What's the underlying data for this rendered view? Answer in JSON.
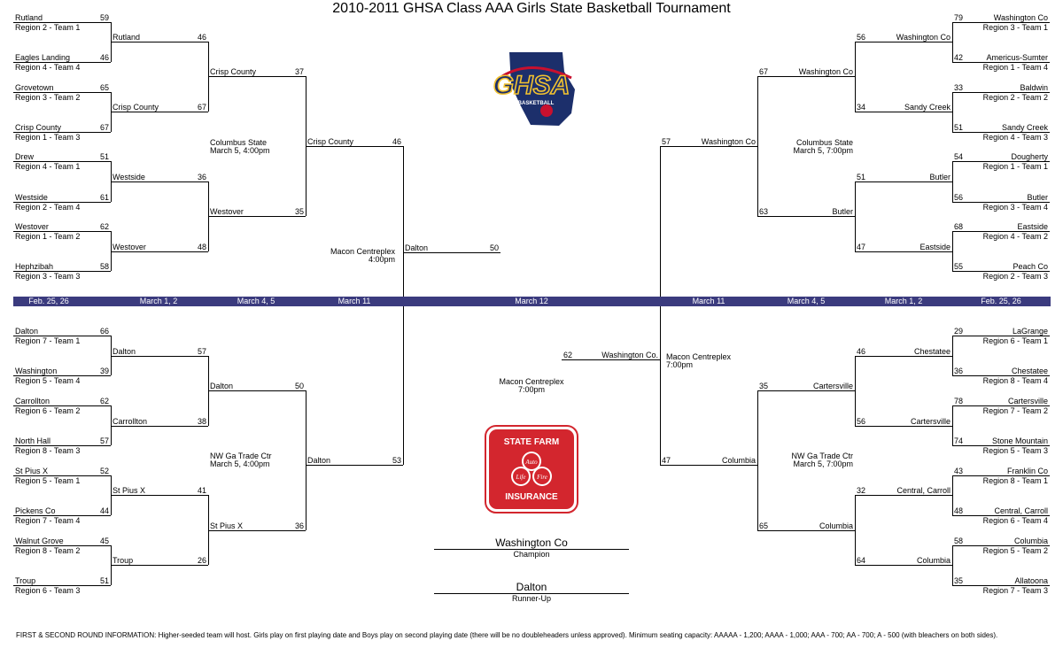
{
  "title": "2010-2011 GHSA Class AAA Girls State Basketball Tournament",
  "colors": {
    "date_band": "#3b3b7e",
    "state_farm_red": "#d3262e",
    "ghsa_navy": "#1c2f6b"
  },
  "logos": {
    "ghsa_text": "GHSA",
    "ghsa_sub": "BASKETBALL",
    "state_farm_top": "STATE FARM",
    "state_farm_bottom": "INSURANCE",
    "state_farm_auto": "Auto",
    "state_farm_life": "Life",
    "state_farm_fire": "Fire"
  },
  "dates": [
    "Feb. 25, 26",
    "March 1, 2",
    "March 4, 5",
    "March 11",
    "March 12",
    "March 11",
    "March 4, 5",
    "March 1, 2",
    "Feb. 25, 26"
  ],
  "first_round": [
    {
      "team": "Rutland",
      "seed": "Region 2 - Team 1",
      "score": "59"
    },
    {
      "team": "Eagles Landing",
      "seed": "Region 4 - Team 4",
      "score": "46"
    },
    {
      "team": "Grovetown",
      "seed": "Region 3 - Team 2",
      "score": "65"
    },
    {
      "team": "Crisp County",
      "seed": "Region 1 - Team 3",
      "score": "67"
    },
    {
      "team": "Drew",
      "seed": "Region 4 - Team 1",
      "score": "51"
    },
    {
      "team": "Westside",
      "seed": "Region 2 - Team 4",
      "score": "61"
    },
    {
      "team": "Westover",
      "seed": "Region 1 - Team 2",
      "score": "62"
    },
    {
      "team": "Hephzibah",
      "seed": "Region 3 - Team 3",
      "score": "58"
    },
    {
      "team": "Dalton",
      "seed": "Region 7 - Team 1",
      "score": "66"
    },
    {
      "team": "Washington",
      "seed": "Region 5 - Team 4",
      "score": "39"
    },
    {
      "team": "Carrollton",
      "seed": "Region 6 - Team 2",
      "score": "62"
    },
    {
      "team": "North Hall",
      "seed": "Region 8 - Team 3",
      "score": "57"
    },
    {
      "team": "St Pius X",
      "seed": "Region 5 - Team 1",
      "score": "52"
    },
    {
      "team": "Pickens Co",
      "seed": "Region 7 - Team 4",
      "score": "44"
    },
    {
      "team": "Walnut Grove",
      "seed": "Region 8 - Team 2",
      "score": "45"
    },
    {
      "team": "Troup",
      "seed": "Region 6 - Team 3",
      "score": "51"
    },
    {
      "team": "Washington Co",
      "seed": "Region 3 - Team 1",
      "score": "79"
    },
    {
      "team": "Americus-Sumter",
      "seed": "Region 1 - Team 4",
      "score": "42"
    },
    {
      "team": "Baldwin",
      "seed": "Region 2 - Team 2",
      "score": "33"
    },
    {
      "team": "Sandy Creek",
      "seed": "Region 4 - Team 3",
      "score": "51"
    },
    {
      "team": "Dougherty",
      "seed": "Region 1 - Team 1",
      "score": "54"
    },
    {
      "team": "Butler",
      "seed": "Region 3 - Team 4",
      "score": "56"
    },
    {
      "team": "Eastside",
      "seed": "Region 4 - Team 2",
      "score": "68"
    },
    {
      "team": "Peach Co",
      "seed": "Region 2 - Team 3",
      "score": "55"
    },
    {
      "team": "LaGrange",
      "seed": "Region 6 - Team 1",
      "score": "29"
    },
    {
      "team": "Chestatee",
      "seed": "Region 8 - Team 4",
      "score": "36"
    },
    {
      "team": "Cartersville",
      "seed": "Region 7 - Team 2",
      "score": "78"
    },
    {
      "team": "Stone Mountain",
      "seed": "Region 5 - Team 3",
      "score": "74"
    },
    {
      "team": "Franklin Co",
      "seed": "Region 8 - Team 1",
      "score": "43"
    },
    {
      "team": "Central, Carroll",
      "seed": "Region 6 - Team 4",
      "score": "48"
    },
    {
      "team": "Columbia",
      "seed": "Region 5 - Team 2",
      "score": "58"
    },
    {
      "team": "Allatoona",
      "seed": "Region 7 - Team 3",
      "score": "35"
    }
  ],
  "second_round": [
    {
      "team": "Rutland",
      "score": "46"
    },
    {
      "team": "Crisp County",
      "score": "67"
    },
    {
      "team": "Westside",
      "score": "36"
    },
    {
      "team": "Westover",
      "score": "48"
    },
    {
      "team": "Dalton",
      "score": "57"
    },
    {
      "team": "Carrollton",
      "score": "38"
    },
    {
      "team": "St Pius X",
      "score": "41"
    },
    {
      "team": "Troup",
      "score": "26"
    },
    {
      "team": "Washington Co",
      "score": "56"
    },
    {
      "team": "Sandy Creek",
      "score": "34"
    },
    {
      "team": "Butler",
      "score": "51"
    },
    {
      "team": "Eastside",
      "score": "47"
    },
    {
      "team": "Chestatee",
      "score": "46"
    },
    {
      "team": "Cartersville",
      "score": "56"
    },
    {
      "team": "Central, Carroll",
      "score": "32"
    },
    {
      "team": "Columbia",
      "score": "64"
    }
  ],
  "quarterfinals": [
    {
      "team": "Crisp County",
      "score": "37"
    },
    {
      "team": "Westover",
      "score": "35"
    },
    {
      "team": "Dalton",
      "score": "50"
    },
    {
      "team": "St Pius X",
      "score": "36"
    },
    {
      "team": "Washington Co",
      "score": "67"
    },
    {
      "team": "Butler",
      "score": "63"
    },
    {
      "team": "Cartersville",
      "score": "35"
    },
    {
      "team": "Columbia",
      "score": "65"
    }
  ],
  "semifinals": [
    {
      "team": "Crisp County",
      "score": "46"
    },
    {
      "team": "Dalton",
      "score": "53"
    },
    {
      "team": "Washington Co",
      "score": "57"
    },
    {
      "team": "Columbia",
      "score": "47"
    }
  ],
  "finals": [
    {
      "team": "Dalton",
      "score": "50"
    },
    {
      "team": "Washington Co.",
      "score": "62"
    }
  ],
  "venues": {
    "qf_tl": [
      "Columbus State",
      "March 5, 4:00pm"
    ],
    "qf_bl": [
      "NW Ga Trade Ctr",
      "March 5, 4:00pm"
    ],
    "qf_tr": [
      "Columbus State",
      "March 5, 7:00pm"
    ],
    "qf_br": [
      "NW Ga Trade Ctr",
      "March 5, 7:00pm"
    ],
    "sf_left": [
      "Macon Centreplex",
      "4:00pm"
    ],
    "sf_right": [
      "Macon Centreplex",
      "7:00pm"
    ],
    "final": [
      "Macon Centreplex",
      "7:00pm"
    ]
  },
  "champion": {
    "name": "Washington Co",
    "label": "Champion"
  },
  "runner_up": {
    "name": "Dalton",
    "label": "Runner-Up"
  },
  "footnote": "FIRST & SECOND ROUND INFORMATION: Higher-seeded team will host.  Girls play on first playing date and Boys play on second playing date (there will be no doubleheaders unless approved).  Minimum seating capacity: AAAAA - 1,200; AAAA - 1,000; AAA - 700; AA - 700; A - 500 (with bleachers on both sides)."
}
